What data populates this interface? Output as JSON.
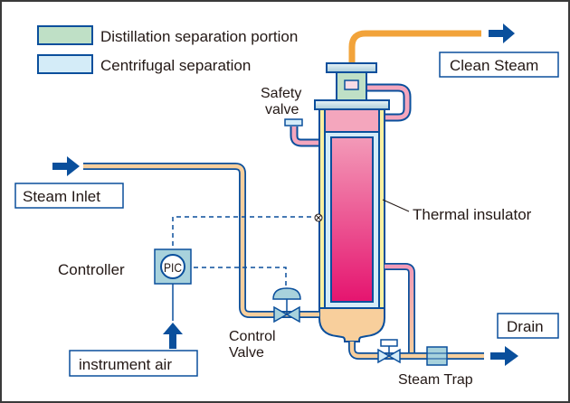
{
  "legend": {
    "items": [
      {
        "label": "Distillation separation portion",
        "swatch_color": "#bfe0c6"
      },
      {
        "label": "Centrifugal separation",
        "swatch_color": "#d4ecf8"
      }
    ]
  },
  "labels": {
    "clean_steam": "Clean Steam",
    "safety_valve_line1": "Safety",
    "safety_valve_line2": "valve",
    "steam_inlet": "Steam Inlet",
    "thermal_insulator": "Thermal insulator",
    "controller": "Controller",
    "pic": "PIC",
    "control_valve_line1": "Control",
    "control_valve_line2": "Valve",
    "instrument_air": "instrument air",
    "drain": "Drain",
    "steam_trap": "Steam Trap"
  },
  "colors": {
    "outline_blue": "#0a4f9c",
    "arrow_blue": "#0a4f9c",
    "clean_steam_pipe": "#f2a33a",
    "steam_pipe_fill": "#f8cf9c",
    "pink_vessel": "#f4a6bd",
    "magenta_core": "#e5146f",
    "insulator_yellow": "#fbf0a0",
    "centrifugal_blue": "#d4ecf8",
    "distillation_green": "#bfe0c6",
    "valve_fill": "#a8d2dc"
  }
}
